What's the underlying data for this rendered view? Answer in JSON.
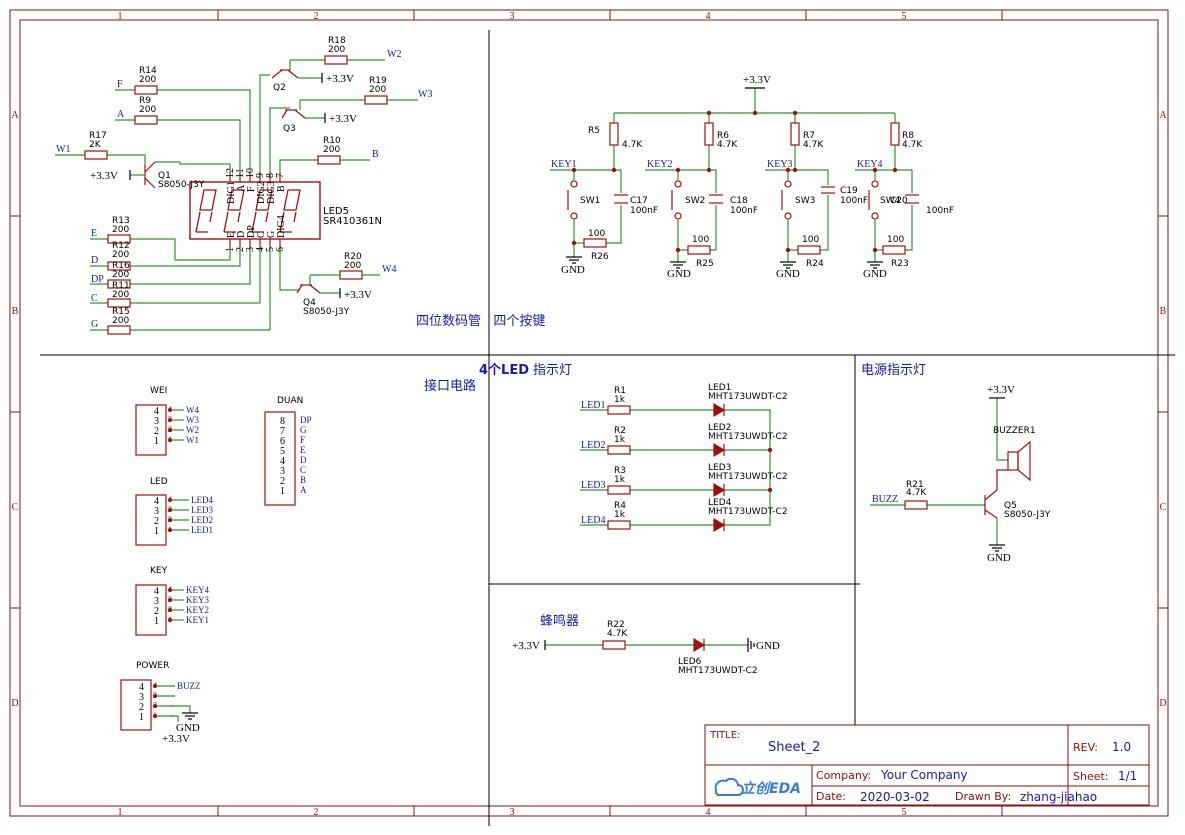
{
  "frame": {
    "columns": [
      "1",
      "2",
      "3",
      "4",
      "5"
    ],
    "rows": [
      "A",
      "B",
      "C",
      "D"
    ]
  },
  "sections": {
    "seven_seg_keys": "四位数码管   四个按键",
    "led_indicators_bold": "4个LED",
    "led_indicators_rest": "指示灯",
    "interface": "接口电路",
    "power_led": "电源指示灯",
    "buzzer": "蜂鸣器"
  },
  "nets": {
    "vcc": "+3.3V",
    "gnd": "GND",
    "w1": "W1",
    "w2": "W2",
    "w3": "W3",
    "w4": "W4",
    "f": "F",
    "a": "A",
    "b": "B",
    "e": "E",
    "d": "D",
    "dp": "DP",
    "c": "C",
    "g": "G",
    "key1": "KEY1",
    "key2": "KEY2",
    "key3": "KEY3",
    "key4": "KEY4",
    "led1": "LED1",
    "led2": "LED2",
    "led3": "LED3",
    "led4": "LED4",
    "buzz": "BUZZ"
  },
  "components": {
    "r18": {
      "ref": "R18",
      "val": "200"
    },
    "r19": {
      "ref": "R19",
      "val": "200"
    },
    "r14": {
      "ref": "R14",
      "val": "200"
    },
    "r9": {
      "ref": "R9",
      "val": "200"
    },
    "r17": {
      "ref": "R17",
      "val": "2K"
    },
    "r10": {
      "ref": "R10",
      "val": "200"
    },
    "r13": {
      "ref": "R13",
      "val": "200"
    },
    "r12": {
      "ref": "R12",
      "val": "200"
    },
    "r16": {
      "ref": "R16",
      "val": "200"
    },
    "r11": {
      "ref": "R11",
      "val": "200"
    },
    "r15": {
      "ref": "R15",
      "val": "200"
    },
    "r20": {
      "ref": "R20",
      "val": "200"
    },
    "q1": {
      "ref": "Q1",
      "val": "S8050-J3Y"
    },
    "q2": {
      "ref": "Q2"
    },
    "q3": {
      "ref": "Q3"
    },
    "q4": {
      "ref": "Q4",
      "val": "S8050-J3Y"
    },
    "led5": {
      "ref": "LED5",
      "val": "SR410361N"
    },
    "r5": {
      "ref": "R5",
      "val": "4.7K"
    },
    "r6": {
      "ref": "R6",
      "val": "4.7K"
    },
    "r7": {
      "ref": "R7",
      "val": "4.7K"
    },
    "r8": {
      "ref": "R8",
      "val": "4.7K"
    },
    "sw1": {
      "ref": "SW1"
    },
    "sw2": {
      "ref": "SW2"
    },
    "sw3": {
      "ref": "SW3"
    },
    "sw4": {
      "ref": "SW4"
    },
    "c17": {
      "ref": "C17",
      "val": "100nF"
    },
    "c18": {
      "ref": "C18",
      "val": "100nF"
    },
    "c19": {
      "ref": "C19",
      "val": "100nF"
    },
    "c20": {
      "ref": "C20",
      "val": "100nF"
    },
    "r26": {
      "ref": "R26",
      "val": "100"
    },
    "r25": {
      "ref": "R25",
      "val": "100"
    },
    "r24": {
      "ref": "R24",
      "val": "100"
    },
    "r23": {
      "ref": "R23",
      "val": "100"
    },
    "r1": {
      "ref": "R1",
      "val": "1k"
    },
    "r2": {
      "ref": "R2",
      "val": "1k"
    },
    "r3": {
      "ref": "R3",
      "val": "1k"
    },
    "r4": {
      "ref": "R4",
      "val": "1k"
    },
    "led1": {
      "ref": "LED1",
      "val": "MHT173UWDT-C2"
    },
    "led2": {
      "ref": "LED2",
      "val": "MHT173UWDT-C2"
    },
    "led3": {
      "ref": "LED3",
      "val": "MHT173UWDT-C2"
    },
    "led4": {
      "ref": "LED4",
      "val": "MHT173UWDT-C2"
    },
    "r21": {
      "ref": "R21",
      "val": "4.7K"
    },
    "q5": {
      "ref": "Q5",
      "val": "S8050-J3Y"
    },
    "buzzer1": {
      "ref": "BUZZER1"
    },
    "r22": {
      "ref": "R22",
      "val": "4.7K"
    },
    "led6": {
      "ref": "LED6",
      "val": "MHT173UWDT-C2"
    }
  },
  "headers": {
    "wei": {
      "name": "WEI",
      "pins": [
        "4",
        "3",
        "2",
        "1"
      ],
      "nets": [
        "W4",
        "W3",
        "W2",
        "W1"
      ]
    },
    "duan": {
      "name": "DUAN",
      "pins": [
        "8",
        "7",
        "6",
        "5",
        "4",
        "3",
        "2",
        "1"
      ],
      "nets": [
        "DP",
        "G",
        "F",
        "E",
        "D",
        "C",
        "B",
        "A"
      ]
    },
    "led": {
      "name": "LED",
      "pins": [
        "4",
        "3",
        "2",
        "1"
      ],
      "nets": [
        "LED4",
        "LED3",
        "LED2",
        "LED1"
      ]
    },
    "key": {
      "name": "KEY",
      "pins": [
        "4",
        "3",
        "2",
        "1"
      ],
      "nets": [
        "KEY4",
        "KEY3",
        "KEY2",
        "KEY1"
      ]
    },
    "power": {
      "name": "POWER",
      "pins": [
        "4",
        "3",
        "2",
        "1"
      ],
      "nets": [
        "BUZZ",
        "",
        "",
        ""
      ]
    }
  },
  "seg_pins": {
    "top_nums": [
      "12",
      "11",
      "10",
      "9",
      "8",
      "7"
    ],
    "top_names": [
      "DIG1",
      "A",
      "F",
      "DIG2",
      "DIG3",
      "B"
    ],
    "bot_nums": [
      "1",
      "2",
      "3",
      "4",
      "5",
      "6"
    ],
    "bot_names": [
      "E",
      "D",
      "DP",
      "C",
      "G",
      "DIG4"
    ]
  },
  "title_block": {
    "title_label": "TITLE:",
    "title": "Sheet_2",
    "rev_label": "REV:",
    "rev": "1.0",
    "company_label": "Company:",
    "company": "Your Company",
    "sheet_label": "Sheet:",
    "sheet": "1/1",
    "date_label": "Date:",
    "date": "2020-03-02",
    "drawn_label": "Drawn By:",
    "drawn": "zhang-jiahao",
    "logo": "立创EDA"
  },
  "colors": {
    "frame": "#8a1010",
    "wire": "#2a9a2a",
    "device": "#a01010",
    "text": "#1a1aa8"
  }
}
